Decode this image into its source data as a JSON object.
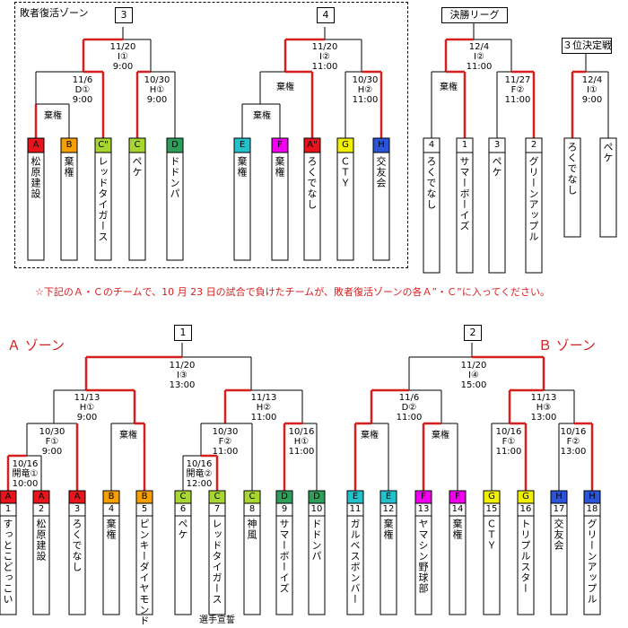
{
  "colors": {
    "win": "#d62020",
    "line": "#000000",
    "A": "#e8141c",
    "B": "#f5a000",
    "C": "#a8d630",
    "D": "#2e9e5a",
    "E": "#22c2cc",
    "F": "#ee00ee",
    "G": "#f0f000",
    "H": "#2a55d8"
  },
  "revival": {
    "title": "敗者復活ゾーン",
    "bracket3": {
      "number": "3",
      "final": {
        "date": "11/20",
        "venue": "I①",
        "time": "9:00"
      },
      "left_match": {
        "date": "11/6",
        "venue": "D①",
        "time": "9:00"
      },
      "right_match": {
        "date": "10/30",
        "venue": "H①",
        "time": "9:00"
      },
      "bye": "棄権",
      "teams": [
        {
          "code": "A",
          "color": "A",
          "name": "松原建設"
        },
        {
          "code": "B",
          "color": "B",
          "name": "棄権"
        },
        {
          "code": "C\"",
          "color": "C",
          "name": "レッドタイガース"
        },
        {
          "code": "C",
          "color": "C",
          "name": "ペケ"
        },
        {
          "code": "D",
          "color": "D",
          "name": "ドドンパ"
        }
      ]
    },
    "bracket4": {
      "number": "4",
      "final": {
        "date": "11/20",
        "venue": "I②",
        "time": "11:00"
      },
      "right_match": {
        "date": "10/30",
        "venue": "H②",
        "time": "11:00"
      },
      "bye_top": "棄権",
      "bye_inner": "棄権",
      "teams": [
        {
          "code": "E",
          "color": "E",
          "name": "棄権"
        },
        {
          "code": "F",
          "color": "F",
          "name": "棄権"
        },
        {
          "code": "A\"",
          "color": "A",
          "name": "ろくでなし"
        },
        {
          "code": "G",
          "color": "G",
          "name": "ＣＴＹ"
        },
        {
          "code": "H",
          "color": "H",
          "name": "交友会"
        }
      ]
    }
  },
  "final_league": {
    "title": "決勝リーグ",
    "final": {
      "date": "12/4",
      "venue": "I②",
      "time": "11:00"
    },
    "right_match": {
      "date": "11/27",
      "venue": "F②",
      "time": "11:00"
    },
    "bye": "棄権",
    "teams": [
      {
        "num": "4",
        "name": "ろくでなし"
      },
      {
        "num": "1",
        "name": "サマーボーイズ"
      },
      {
        "num": "3",
        "name": "ペケ"
      },
      {
        "num": "2",
        "name": "グリーンアップル"
      }
    ]
  },
  "third_place": {
    "title": "３位決定戦",
    "match": {
      "date": "12/4",
      "venue": "I①",
      "time": "9:00"
    },
    "teams": [
      {
        "name": "ろくでなし"
      },
      {
        "name": "ペケ"
      }
    ]
  },
  "notice": "☆下記のＡ・Ｃのチームで、10 月 23 日の試合で負けたチームが、敗者復活ゾーンの各Ａ”・Ｃ”に入ってください。",
  "zoneA": {
    "title": "Ａ ゾーン",
    "number": "1",
    "final": {
      "date": "11/20",
      "venue": "I③",
      "time": "13:00"
    },
    "left_semi": {
      "date": "11/13",
      "venue": "H①",
      "time": "9:00"
    },
    "right_semi": {
      "date": "11/13",
      "venue": "H②",
      "time": "11:00"
    },
    "m_f1": {
      "date": "10/30",
      "venue": "F①",
      "time": "9:00"
    },
    "m_open1": {
      "date": "10/16",
      "venue": "開竜①",
      "time": "10:00"
    },
    "m_f2": {
      "date": "10/30",
      "venue": "F②",
      "time": "11:00"
    },
    "m_open2": {
      "date": "10/16",
      "venue": "開竜②",
      "time": "12:00"
    },
    "m_h1": {
      "date": "10/16",
      "venue": "H①",
      "time": "11:00"
    },
    "bye": "棄権",
    "pledge": "選手宣誓",
    "teams": [
      {
        "code": "A",
        "color": "A",
        "num": "1",
        "name": "すっとこどっこい"
      },
      {
        "code": "A",
        "color": "A",
        "num": "2",
        "name": "松原建設"
      },
      {
        "code": "A",
        "color": "A",
        "num": "3",
        "name": "ろくでなし"
      },
      {
        "code": "B",
        "color": "B",
        "num": "4",
        "name": "棄権"
      },
      {
        "code": "B",
        "color": "B",
        "num": "5",
        "name": "ピンキーダイヤモンド"
      },
      {
        "code": "C",
        "color": "C",
        "num": "6",
        "name": "ペケ"
      },
      {
        "code": "C",
        "color": "C",
        "num": "7",
        "name": "レッドタイガース"
      },
      {
        "code": "C",
        "color": "C",
        "num": "8",
        "name": "神風"
      },
      {
        "code": "D",
        "color": "D",
        "num": "9",
        "name": "サマーボーイズ"
      },
      {
        "code": "D",
        "color": "D",
        "num": "10",
        "name": "ドドンパ"
      }
    ]
  },
  "zoneB": {
    "title": "Ｂ ゾーン",
    "number": "2",
    "final": {
      "date": "11/20",
      "venue": "I④",
      "time": "15:00"
    },
    "left_semi": {
      "date": "11/6",
      "venue": "D②",
      "time": "11:00"
    },
    "right_semi": {
      "date": "11/13",
      "venue": "H③",
      "time": "13:00"
    },
    "m_f1": {
      "date": "10/16",
      "venue": "F①",
      "time": "11:00"
    },
    "m_f2": {
      "date": "10/16",
      "venue": "F②",
      "time": "13:00"
    },
    "bye": "棄権",
    "teams": [
      {
        "code": "E",
        "color": "E",
        "num": "11",
        "name": "ガルベスボンバー"
      },
      {
        "code": "E",
        "color": "E",
        "num": "12",
        "name": "棄権"
      },
      {
        "code": "F",
        "color": "F",
        "num": "13",
        "name": "ヤマシン野球部"
      },
      {
        "code": "F",
        "color": "F",
        "num": "14",
        "name": "棄権"
      },
      {
        "code": "G",
        "color": "G",
        "num": "15",
        "name": "ＣＴＹ"
      },
      {
        "code": "G",
        "color": "G",
        "num": "16",
        "name": "トリプルスター"
      },
      {
        "code": "H",
        "color": "H",
        "num": "17",
        "name": "交友会"
      },
      {
        "code": "H",
        "color": "H",
        "num": "18",
        "name": "グリーンアップル"
      }
    ]
  }
}
